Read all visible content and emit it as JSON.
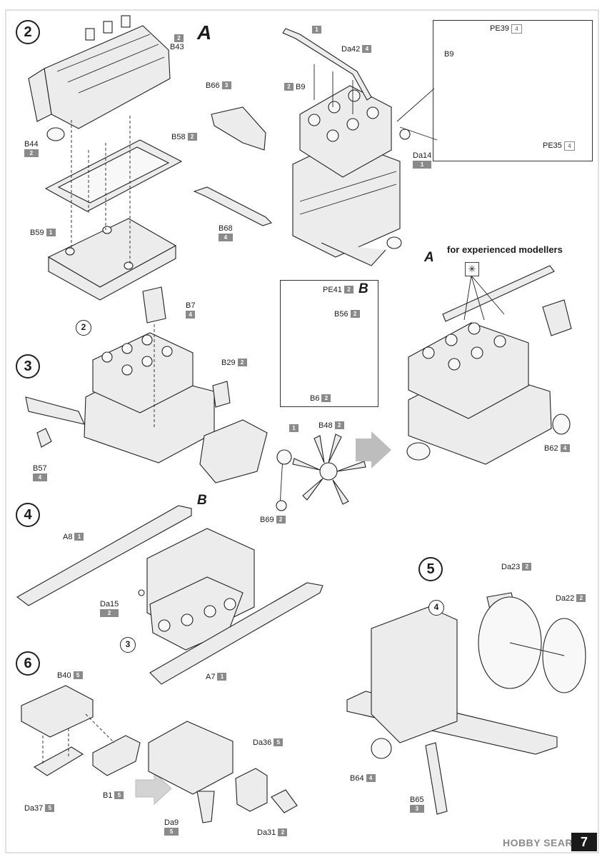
{
  "steps": {
    "s2": "2",
    "s3": "3",
    "s4": "4",
    "s5": "5",
    "s6": "6"
  },
  "sub_steps": {
    "ref2": "2",
    "ref3": "3",
    "ref4": "4"
  },
  "callouts": {
    "A": "A",
    "B": "B"
  },
  "experienced_note": "for experienced modellers",
  "parts": [
    {
      "id": "B43",
      "box": "2"
    },
    {
      "id": "B44",
      "box": "2"
    },
    {
      "id": "B58",
      "box": "2"
    },
    {
      "id": "B59",
      "box": "1"
    },
    {
      "id": "B66",
      "box": "3"
    },
    {
      "id": "B9",
      "box": "2"
    },
    {
      "id": "Da42",
      "box": "4"
    },
    {
      "id": "Da14",
      "box": "1"
    },
    {
      "id": "B68",
      "box": "4"
    },
    {
      "id": "PE39",
      "box": "4",
      "outline": true
    },
    {
      "id": "B9",
      "box": ""
    },
    {
      "id": "PE35",
      "box": "4",
      "outline": true
    },
    {
      "id": "B7",
      "box": "4"
    },
    {
      "id": "PE41",
      "box": "2"
    },
    {
      "id": "B56",
      "box": "2"
    },
    {
      "id": "B6",
      "box": "2"
    },
    {
      "id": "B29",
      "box": "2"
    },
    {
      "id": "B57",
      "box": "4"
    },
    {
      "id": "B48",
      "box": "2"
    },
    {
      "id": "B69",
      "box": "2"
    },
    {
      "id": "B62",
      "box": "4"
    },
    {
      "id": "A8",
      "box": "1"
    },
    {
      "id": "Da15",
      "box": "2"
    },
    {
      "id": "A7",
      "box": "1"
    },
    {
      "id": "Da23",
      "box": "2"
    },
    {
      "id": "Da22",
      "box": "2"
    },
    {
      "id": "B64",
      "box": "4"
    },
    {
      "id": "B65",
      "box": "3"
    },
    {
      "id": "B40",
      "box": "5"
    },
    {
      "id": "B1",
      "box": "5"
    },
    {
      "id": "Da37",
      "box": "5"
    },
    {
      "id": "Da36",
      "box": "5"
    },
    {
      "id": "Da9",
      "box": "5"
    },
    {
      "id": "Da31",
      "box": "2"
    }
  ],
  "part_top_box": "1",
  "belt_box": "1",
  "footer": {
    "brand": "HOBBY SEARCH",
    "page": "7"
  },
  "colors": {
    "ink": "#1b1b1b",
    "part_box": "#8a8a8a",
    "arrow": "#bdbdbd"
  }
}
